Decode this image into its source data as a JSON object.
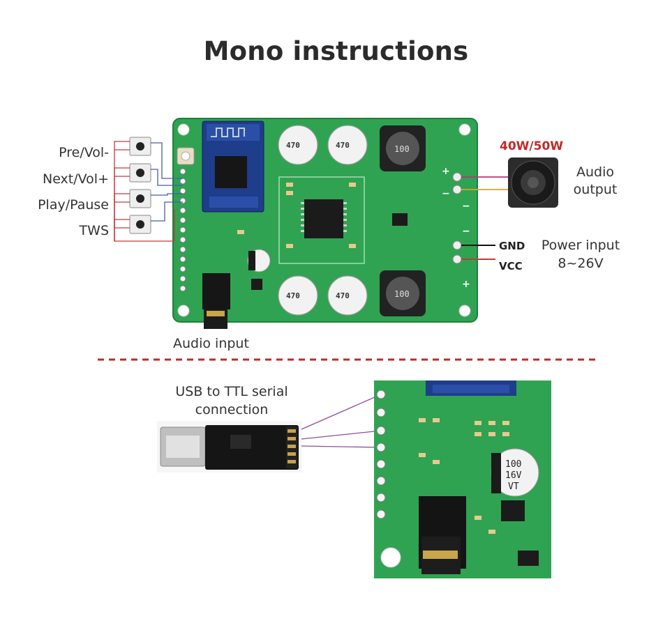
{
  "title": "Mono instructions",
  "buttons": [
    "Pre/Vol-",
    "Next/Vol+",
    "Play/Pause",
    "TWS"
  ],
  "speaker": {
    "wattage": "40W/50W",
    "label_line1": "Audio",
    "label_line2": "output"
  },
  "power": {
    "gnd": "GND",
    "vcc": "VCC",
    "label_line1": "Power input",
    "label_line2": "8~26V"
  },
  "audio_input": "Audio input",
  "usb_ttl": {
    "line1": "USB to TTL serial",
    "line2": "connection"
  },
  "colors": {
    "pcb": "#2fa352",
    "wire_red": "#c33a3a",
    "wire_purple": "#8e4d9e",
    "wire_blue": "#4a5bb0",
    "divider": "#c62828",
    "wire_yellow": "#e0a22a"
  }
}
